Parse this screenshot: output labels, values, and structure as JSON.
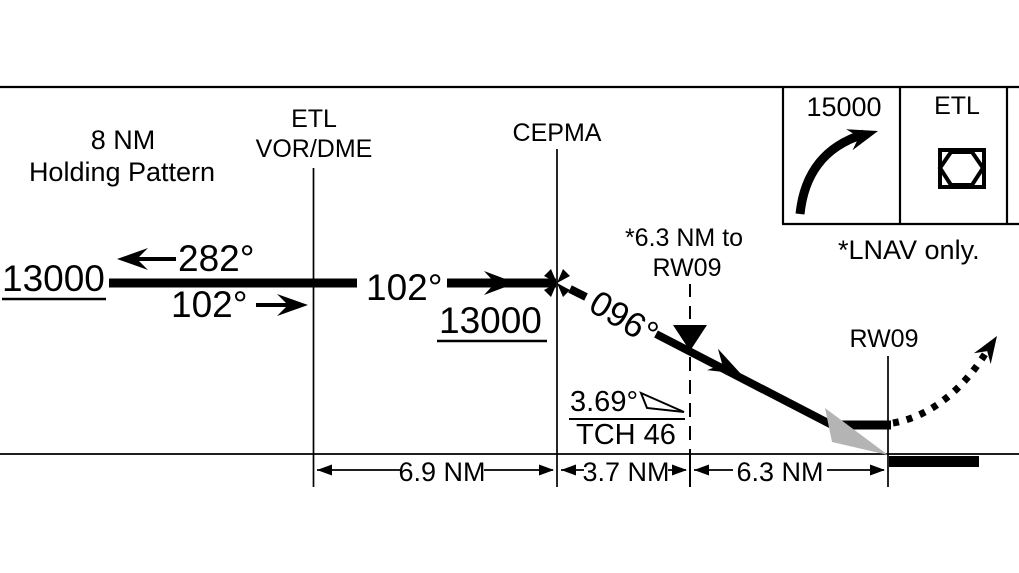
{
  "profile": {
    "holding": {
      "title_line1": "8 NM",
      "title_line2": "Holding Pattern",
      "altitude": "13000",
      "outbound_course": "282°",
      "inbound_course": "102°"
    },
    "navaid": {
      "id": "ETL",
      "type": "VOR/DME"
    },
    "leg": {
      "course": "102°",
      "altitude": "13000"
    },
    "fix": {
      "name": "CEPMA"
    },
    "final": {
      "course": "096°",
      "stepdown_note_line1": "*6.3 NM to",
      "stepdown_note_line2": "RW09",
      "descent_angle": "3.69°",
      "tch": "TCH 46"
    },
    "runway": {
      "id": "RW09"
    },
    "distances": [
      "6.9 NM",
      "3.7 NM",
      "6.3 NM"
    ],
    "missed_approach": {
      "climb_altitude": "15000",
      "holding_fix": "ETL",
      "note": "*LNAV only."
    }
  },
  "colors": {
    "ink": "#000000",
    "visual_path_gray": "#b4b4b4",
    "background": "#ffffff"
  }
}
